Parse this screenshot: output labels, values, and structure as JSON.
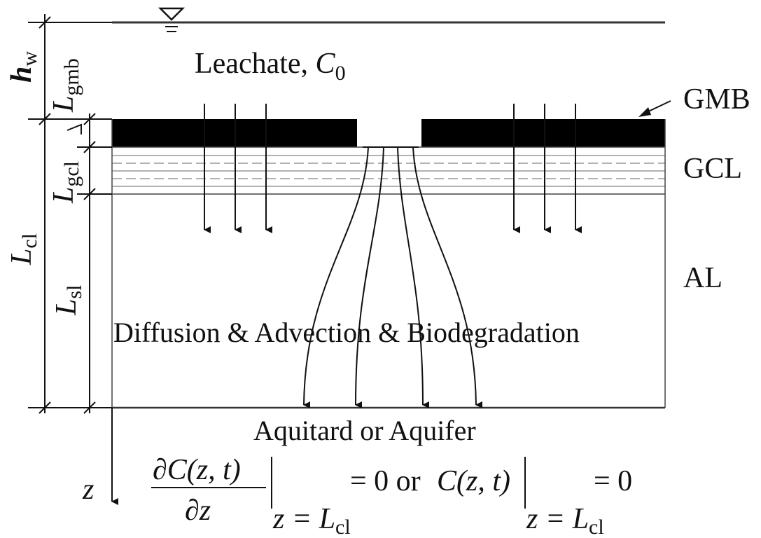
{
  "labels": {
    "leachate": "Leachate, ",
    "c_symbol": "C",
    "c_sub": "0",
    "gmb": "GMB",
    "gcl": "GCL",
    "al": "AL",
    "process": "Diffusion & Advection & Biodegradation",
    "bottom": "Aquitard or Aquifer"
  },
  "dimensions": {
    "hw": {
      "symbol": "h",
      "sub": "w"
    },
    "lgmb": {
      "symbol": "L",
      "sub": "gmb"
    },
    "lgcl": {
      "symbol": "L",
      "sub": "gcl"
    },
    "lcl": {
      "symbol": "L",
      "sub": "cl"
    },
    "lsl": {
      "symbol": "L",
      "sub": "sl"
    }
  },
  "boundary": {
    "partial": "∂",
    "numerator": "C(z, t)",
    "denominator": "z",
    "eq1": "= 0 or ",
    "c_func": "C(z, t)",
    "eq2": "= 0",
    "cond_z": "z = ",
    "cond_L": "L",
    "cond_sub": "cl"
  },
  "axis": {
    "z": "z"
  },
  "colors": {
    "ink": "#111111",
    "layer": "#000000",
    "grid": "#8a8a8a"
  }
}
